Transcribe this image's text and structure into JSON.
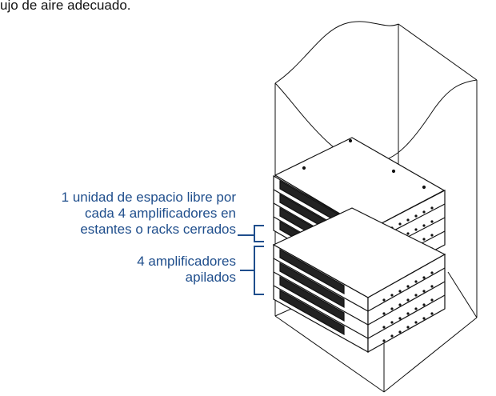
{
  "header": {
    "text": "ujo de aire adecuado."
  },
  "callouts": {
    "clearance": {
      "line1": "1 unidad de espacio libre por",
      "line2": "cada 4 amplificadores en",
      "line3": "estantes o racks cerrados"
    },
    "stacked": {
      "line1": "4 amplificadores",
      "line2": "apilados"
    }
  },
  "colors": {
    "callout": "#1f4e8c",
    "drawing": "#111111"
  }
}
